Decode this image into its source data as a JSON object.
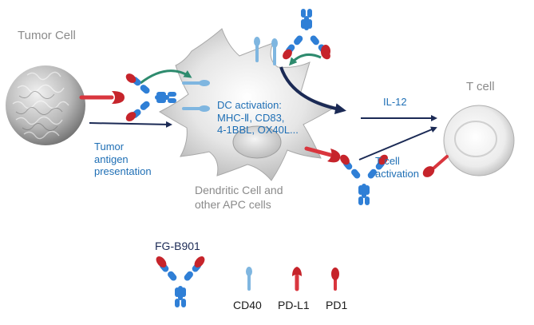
{
  "labels": {
    "tumor_cell": "Tumor Cell",
    "t_cell": "T cell",
    "tumor_antigen_presentation": [
      "Tumor",
      "antigen",
      "presentation"
    ],
    "dc_activation": [
      "DC activation:",
      "MHC-Ⅱ, CD83,",
      "4-1BBL, OX40L..."
    ],
    "il12": "IL-12",
    "t_cell_activation": [
      "T cell",
      "activation"
    ],
    "dendritic_cell": [
      "Dendritic Cell and",
      "other APC cells"
    ]
  },
  "legend": {
    "fg_b901": "FG-B901",
    "cd40": "CD40",
    "pd_l1": "PD-L1",
    "pd1": "PD1"
  },
  "colors": {
    "antibody_blue": "#2f7fd6",
    "antibody_red": "#c6242b",
    "pdl1_red": "#d9363e",
    "cd40_light_blue": "#7fb6e0",
    "arrow_navy": "#1b2a55",
    "arrow_green": "#2e8b6e",
    "label_blue": "#1f6fb5",
    "label_gray": "#8a8a8a"
  }
}
